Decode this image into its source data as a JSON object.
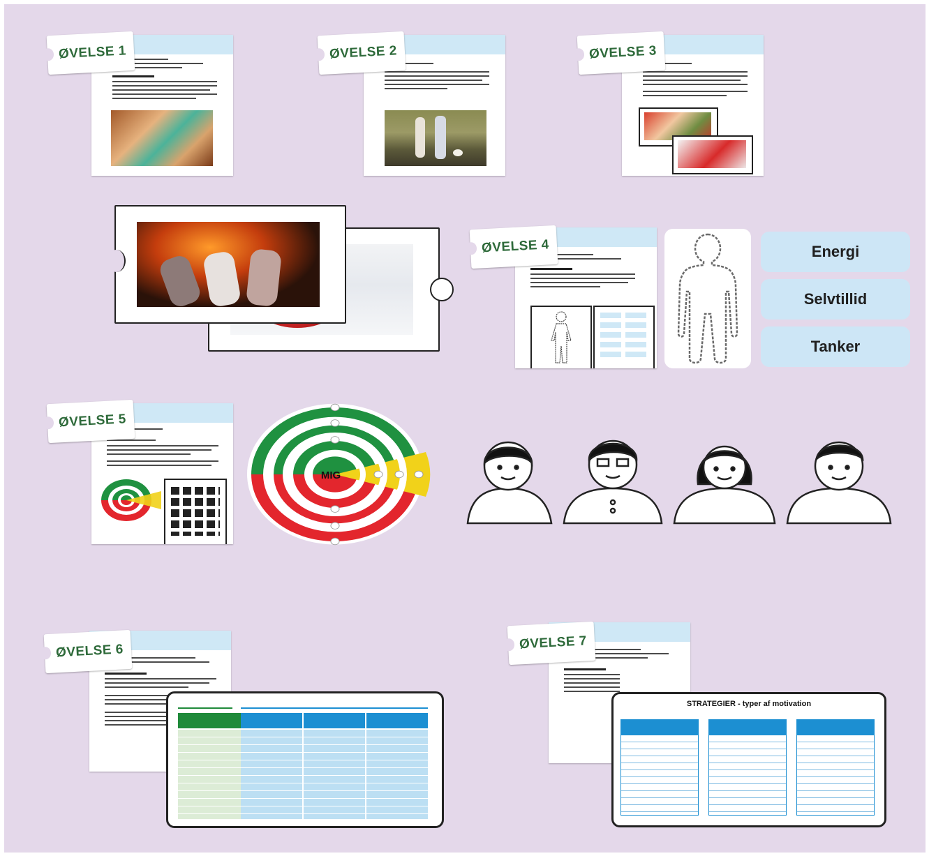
{
  "tags": {
    "ex1": "ØVELSE 1",
    "ex2": "ØVELSE 2",
    "ex3": "ØVELSE 3",
    "ex4": "ØVELSE 4",
    "ex5": "ØVELSE 5",
    "ex6": "ØVELSE 6",
    "ex7": "ØVELSE 7"
  },
  "word_cards": [
    "Energi",
    "Selvtillid",
    "Tanker"
  ],
  "target": {
    "center_label": "MIG"
  },
  "strategy_board": {
    "title": "STRATEGIER - typer af motivation"
  },
  "colors": {
    "background": "#e4d8ea",
    "tag_text": "#2e6a3a",
    "header_blue": "#cfe8f6",
    "ring_green": "#1f9140",
    "ring_red": "#e3262d",
    "ring_yellow": "#f1d21a",
    "board_blue": "#1c8fd2",
    "board_green": "#1f8a3a"
  }
}
